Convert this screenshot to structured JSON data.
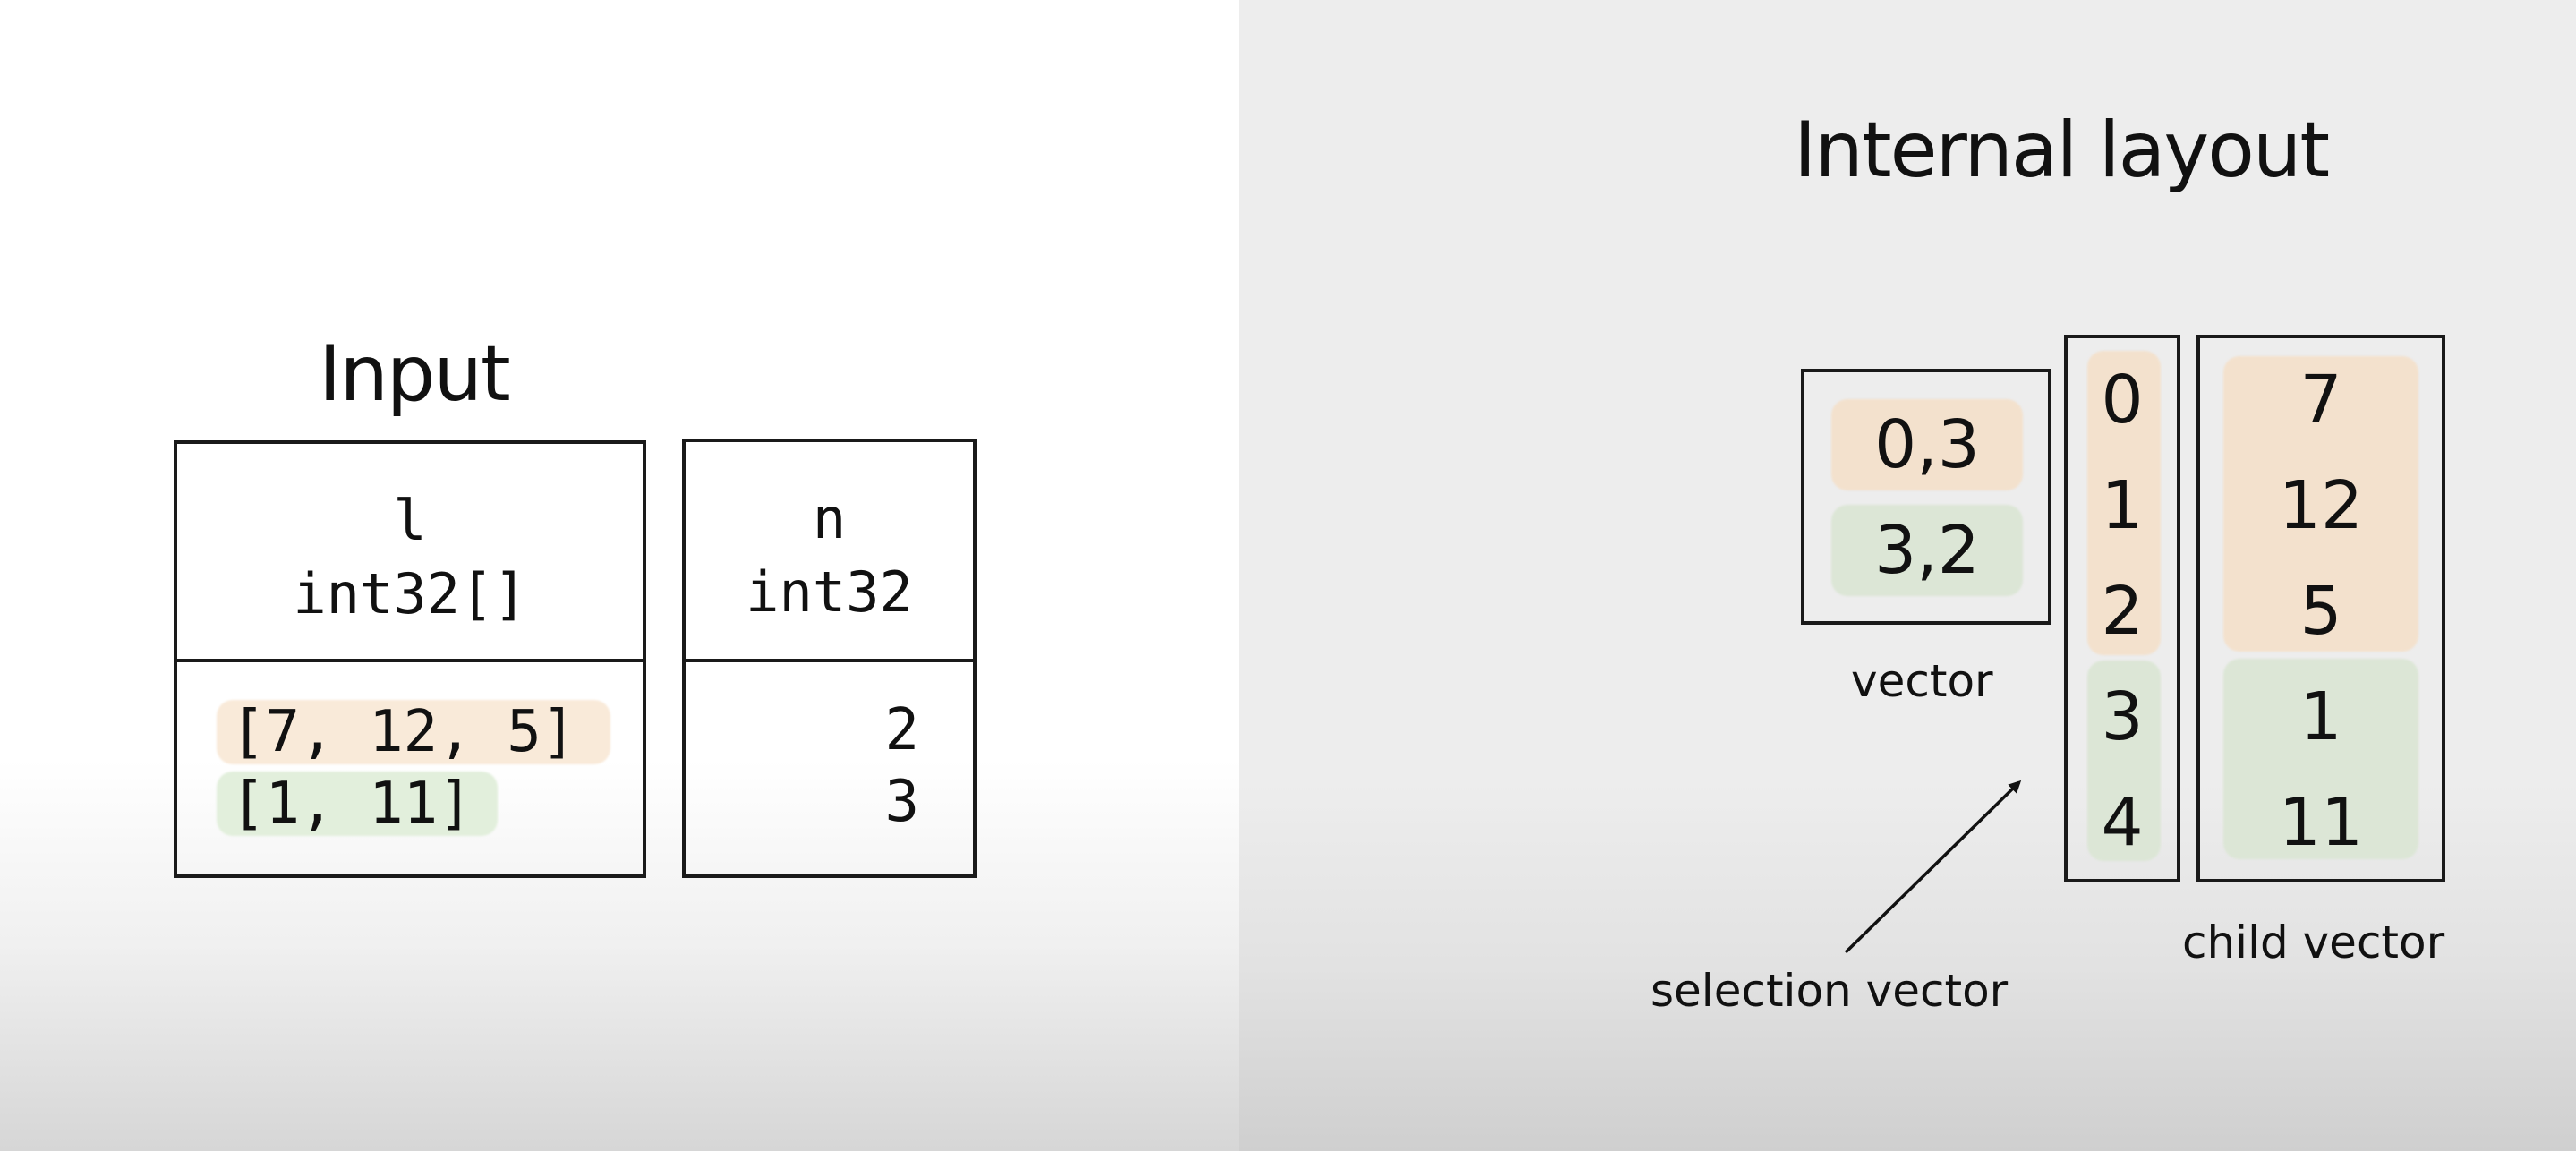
{
  "input": {
    "title": "Input",
    "columns": [
      {
        "name": "l",
        "type": "int32[]",
        "values": [
          "[7, 12, 5]",
          "[1, 11]"
        ]
      },
      {
        "name": "n",
        "type": "int32",
        "values": [
          "2",
          "3"
        ]
      }
    ]
  },
  "layout": {
    "title": "Internal layout",
    "vector": {
      "label": "vector",
      "entries": [
        "0,3",
        "3,2"
      ]
    },
    "selection": {
      "label": "selection vector",
      "values": [
        "0",
        "1",
        "2",
        "3",
        "4"
      ]
    },
    "child": {
      "label": "child vector",
      "values": [
        "7",
        "12",
        "5",
        "1",
        "11"
      ]
    }
  },
  "colors": {
    "group1": "#f9ead9",
    "group2": "#e2efdc",
    "border": "#1a1a1a"
  }
}
